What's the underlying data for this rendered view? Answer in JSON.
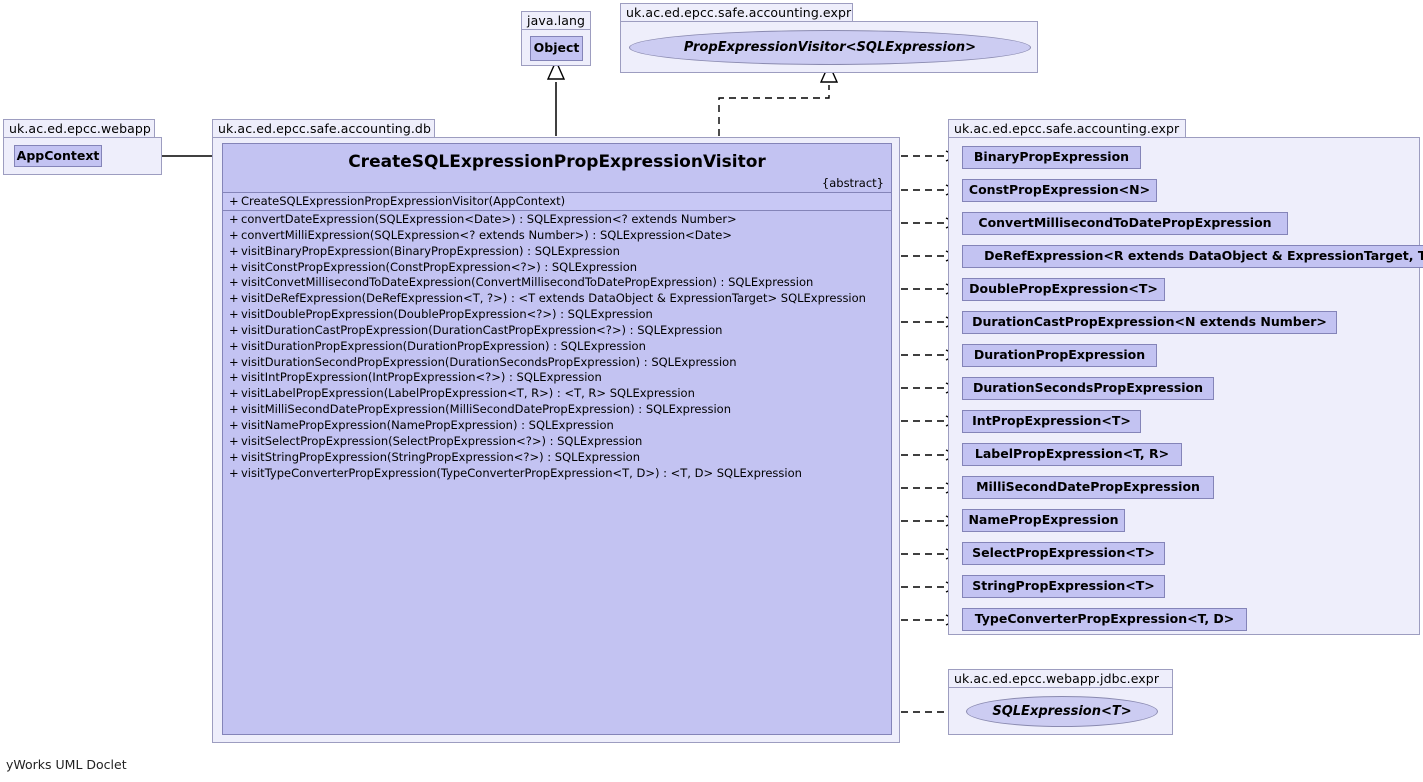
{
  "diagram": {
    "type": "uml-class-diagram",
    "footer": "yWorks UML Doclet"
  },
  "packages": {
    "java_lang": {
      "name": "java.lang",
      "classes": [
        {
          "name": "Object",
          "kind": "class"
        }
      ]
    },
    "accounting_expr_top": {
      "name": "uk.ac.ed.epcc.safe.accounting.expr",
      "classes": [
        {
          "name": "PropExpressionVisitor<SQLExpression>",
          "kind": "interface"
        }
      ]
    },
    "webapp": {
      "name": "uk.ac.ed.epcc.webapp",
      "classes": [
        {
          "name": "AppContext",
          "kind": "class"
        }
      ]
    },
    "accounting_db": {
      "name": "uk.ac.ed.epcc.safe.accounting.db",
      "classes": [
        {
          "name": "CreateSQLExpressionPropExpressionVisitor",
          "kind": "class"
        }
      ]
    },
    "accounting_expr_right": {
      "name": "uk.ac.ed.epcc.safe.accounting.expr",
      "classes": [
        {
          "name": "BinaryPropExpression",
          "kind": "class"
        },
        {
          "name": "ConstPropExpression<N>",
          "kind": "class"
        },
        {
          "name": "ConvertMillisecondToDatePropExpression",
          "kind": "class"
        },
        {
          "name": "DeRefExpression<R extends DataObject & ExpressionTarget, T>",
          "kind": "class"
        },
        {
          "name": "DoublePropExpression<T>",
          "kind": "class"
        },
        {
          "name": "DurationCastPropExpression<N extends Number>",
          "kind": "class"
        },
        {
          "name": "DurationPropExpression",
          "kind": "class"
        },
        {
          "name": "DurationSecondsPropExpression",
          "kind": "class"
        },
        {
          "name": "IntPropExpression<T>",
          "kind": "class"
        },
        {
          "name": "LabelPropExpression<T, R>",
          "kind": "class"
        },
        {
          "name": "MilliSecondDatePropExpression",
          "kind": "class"
        },
        {
          "name": "NamePropExpression",
          "kind": "class"
        },
        {
          "name": "SelectPropExpression<T>",
          "kind": "class"
        },
        {
          "name": "StringPropExpression<T>",
          "kind": "class"
        },
        {
          "name": "TypeConverterPropExpression<T, D>",
          "kind": "class"
        }
      ]
    },
    "jdbc_expr": {
      "name": "uk.ac.ed.epcc.webapp.jdbc.expr",
      "classes": [
        {
          "name": "SQLExpression<T>",
          "kind": "interface"
        }
      ]
    }
  },
  "main_class": {
    "title": "CreateSQLExpressionPropExpressionVisitor",
    "stereotype": "{abstract}",
    "constructors": [
      {
        "visibility": "+",
        "signature": "CreateSQLExpressionPropExpressionVisitor(AppContext)"
      }
    ],
    "methods": [
      {
        "visibility": "+",
        "signature": "convertDateExpression(SQLExpression<Date>) : SQLExpression<? extends Number>"
      },
      {
        "visibility": "+",
        "signature": "convertMilliExpression(SQLExpression<? extends Number>) : SQLExpression<Date>"
      },
      {
        "visibility": "+",
        "signature": "visitBinaryPropExpression(BinaryPropExpression) : SQLExpression"
      },
      {
        "visibility": "+",
        "signature": "visitConstPropExpression(ConstPropExpression<?>) : SQLExpression"
      },
      {
        "visibility": "+",
        "signature": "visitConvetMillisecondToDateExpression(ConvertMillisecondToDatePropExpression) : SQLExpression"
      },
      {
        "visibility": "+",
        "signature": "visitDeRefExpression(DeRefExpression<T, ?>) : <T extends DataObject & ExpressionTarget> SQLExpression"
      },
      {
        "visibility": "+",
        "signature": "visitDoublePropExpression(DoublePropExpression<?>) : SQLExpression"
      },
      {
        "visibility": "+",
        "signature": "visitDurationCastPropExpression(DurationCastPropExpression<?>) : SQLExpression"
      },
      {
        "visibility": "+",
        "signature": "visitDurationPropExpression(DurationPropExpression) : SQLExpression"
      },
      {
        "visibility": "+",
        "signature": "visitDurationSecondPropExpression(DurationSecondsPropExpression) : SQLExpression"
      },
      {
        "visibility": "+",
        "signature": "visitIntPropExpression(IntPropExpression<?>) : SQLExpression"
      },
      {
        "visibility": "+",
        "signature": "visitLabelPropExpression(LabelPropExpression<T, R>) : <T, R> SQLExpression"
      },
      {
        "visibility": "+",
        "signature": "visitMilliSecondDatePropExpression(MilliSecondDatePropExpression) : SQLExpression"
      },
      {
        "visibility": "+",
        "signature": "visitNamePropExpression(NamePropExpression) : SQLExpression"
      },
      {
        "visibility": "+",
        "signature": "visitSelectPropExpression(SelectPropExpression<?>) : SQLExpression"
      },
      {
        "visibility": "+",
        "signature": "visitStringPropExpression(StringPropExpression<?>) : SQLExpression"
      },
      {
        "visibility": "+",
        "signature": "visitTypeConverterPropExpression(TypeConverterPropExpression<T, D>) : <T, D> SQLExpression"
      }
    ]
  },
  "relationships": [
    {
      "from": "CreateSQLExpressionPropExpressionVisitor",
      "to": "Object",
      "kind": "generalization"
    },
    {
      "from": "CreateSQLExpressionPropExpressionVisitor",
      "to": "PropExpressionVisitor<SQLExpression>",
      "kind": "realization"
    },
    {
      "from": "CreateSQLExpressionPropExpressionVisitor",
      "to": "AppContext",
      "kind": "association"
    },
    {
      "from": "CreateSQLExpressionPropExpressionVisitor",
      "to": "BinaryPropExpression",
      "kind": "dependency"
    },
    {
      "from": "CreateSQLExpressionPropExpressionVisitor",
      "to": "ConstPropExpression<N>",
      "kind": "dependency"
    },
    {
      "from": "CreateSQLExpressionPropExpressionVisitor",
      "to": "ConvertMillisecondToDatePropExpression",
      "kind": "dependency"
    },
    {
      "from": "CreateSQLExpressionPropExpressionVisitor",
      "to": "DeRefExpression<R extends DataObject & ExpressionTarget, T>",
      "kind": "dependency"
    },
    {
      "from": "CreateSQLExpressionPropExpressionVisitor",
      "to": "DoublePropExpression<T>",
      "kind": "dependency"
    },
    {
      "from": "CreateSQLExpressionPropExpressionVisitor",
      "to": "DurationCastPropExpression<N extends Number>",
      "kind": "dependency"
    },
    {
      "from": "CreateSQLExpressionPropExpressionVisitor",
      "to": "DurationPropExpression",
      "kind": "dependency"
    },
    {
      "from": "CreateSQLExpressionPropExpressionVisitor",
      "to": "DurationSecondsPropExpression",
      "kind": "dependency"
    },
    {
      "from": "CreateSQLExpressionPropExpressionVisitor",
      "to": "IntPropExpression<T>",
      "kind": "dependency"
    },
    {
      "from": "CreateSQLExpressionPropExpressionVisitor",
      "to": "LabelPropExpression<T, R>",
      "kind": "dependency"
    },
    {
      "from": "CreateSQLExpressionPropExpressionVisitor",
      "to": "MilliSecondDatePropExpression",
      "kind": "dependency"
    },
    {
      "from": "CreateSQLExpressionPropExpressionVisitor",
      "to": "NamePropExpression",
      "kind": "dependency"
    },
    {
      "from": "CreateSQLExpressionPropExpressionVisitor",
      "to": "SelectPropExpression<T>",
      "kind": "dependency"
    },
    {
      "from": "CreateSQLExpressionPropExpressionVisitor",
      "to": "StringPropExpression<T>",
      "kind": "dependency"
    },
    {
      "from": "CreateSQLExpressionPropExpressionVisitor",
      "to": "TypeConverterPropExpression<T, D>",
      "kind": "dependency"
    },
    {
      "from": "CreateSQLExpressionPropExpressionVisitor",
      "to": "SQLExpression<T>",
      "kind": "dependency"
    }
  ],
  "colors": {
    "class_fill": "#c3c3f2",
    "class_border": "#8484b8",
    "package_fill": "#eeeefb",
    "package_border": "#9d9dc0",
    "line": "#000000"
  }
}
